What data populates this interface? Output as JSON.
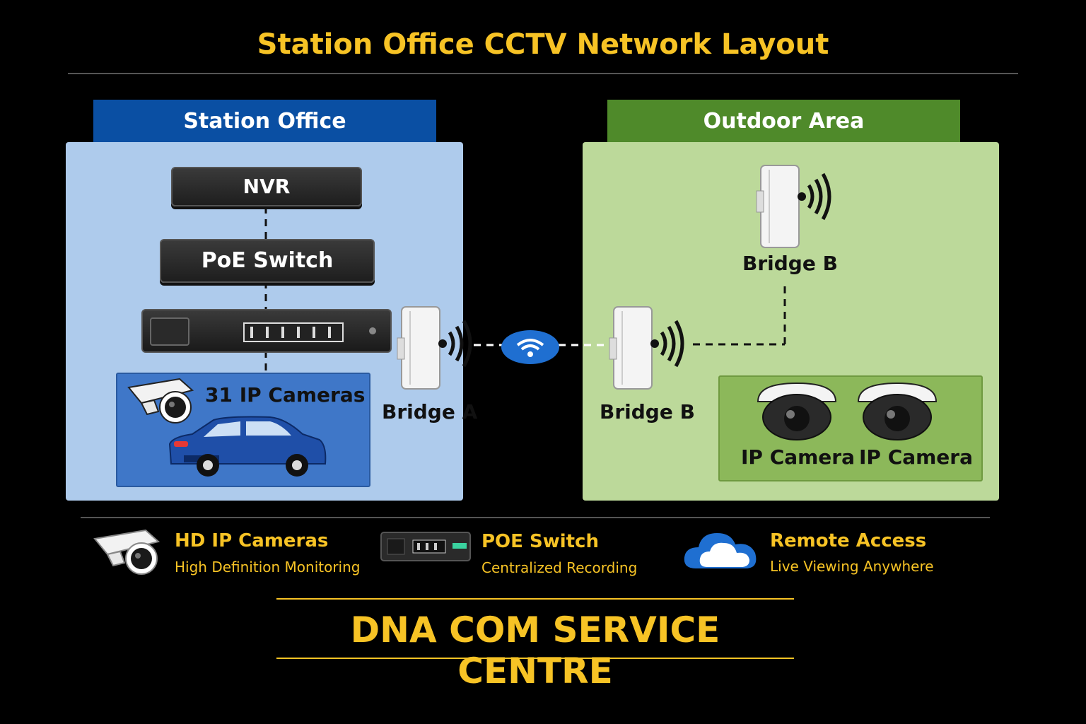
{
  "title": "Station Office CCTV Network Layout",
  "zones": {
    "office": {
      "label": "Station Office",
      "tab_color": "#0a4fa3",
      "bg_color": "#aecbec"
    },
    "outdoor": {
      "label": "Outdoor Area",
      "tab_color": "#4f8a2a",
      "bg_color": "#bcd99a"
    }
  },
  "office": {
    "nvr_label": "NVR",
    "switch_label": "PoE Switch",
    "cameras_label": "31 IP Cameras",
    "bridge_label": "Bridge A"
  },
  "outdoor": {
    "bridge_upper_label": "Bridge B",
    "bridge_lower_label": "Bridge B",
    "cameras": [
      {
        "label": "IP Camera"
      },
      {
        "label": "IP Camera"
      }
    ]
  },
  "legend": [
    {
      "icon": "camera-icon",
      "title": "HD IP Cameras",
      "subtitle": "High Definition Monitoring"
    },
    {
      "icon": "switch-icon",
      "title": "POE Switch",
      "subtitle": "Centralized Recording"
    },
    {
      "icon": "cloud-icon",
      "title": "Remote Access",
      "subtitle": "Live Viewing Anywhere"
    }
  ],
  "footer": "DNA COM SERVICE CENTRE",
  "colors": {
    "accent": "#f7c325",
    "wifi": "#1f6fd1"
  }
}
